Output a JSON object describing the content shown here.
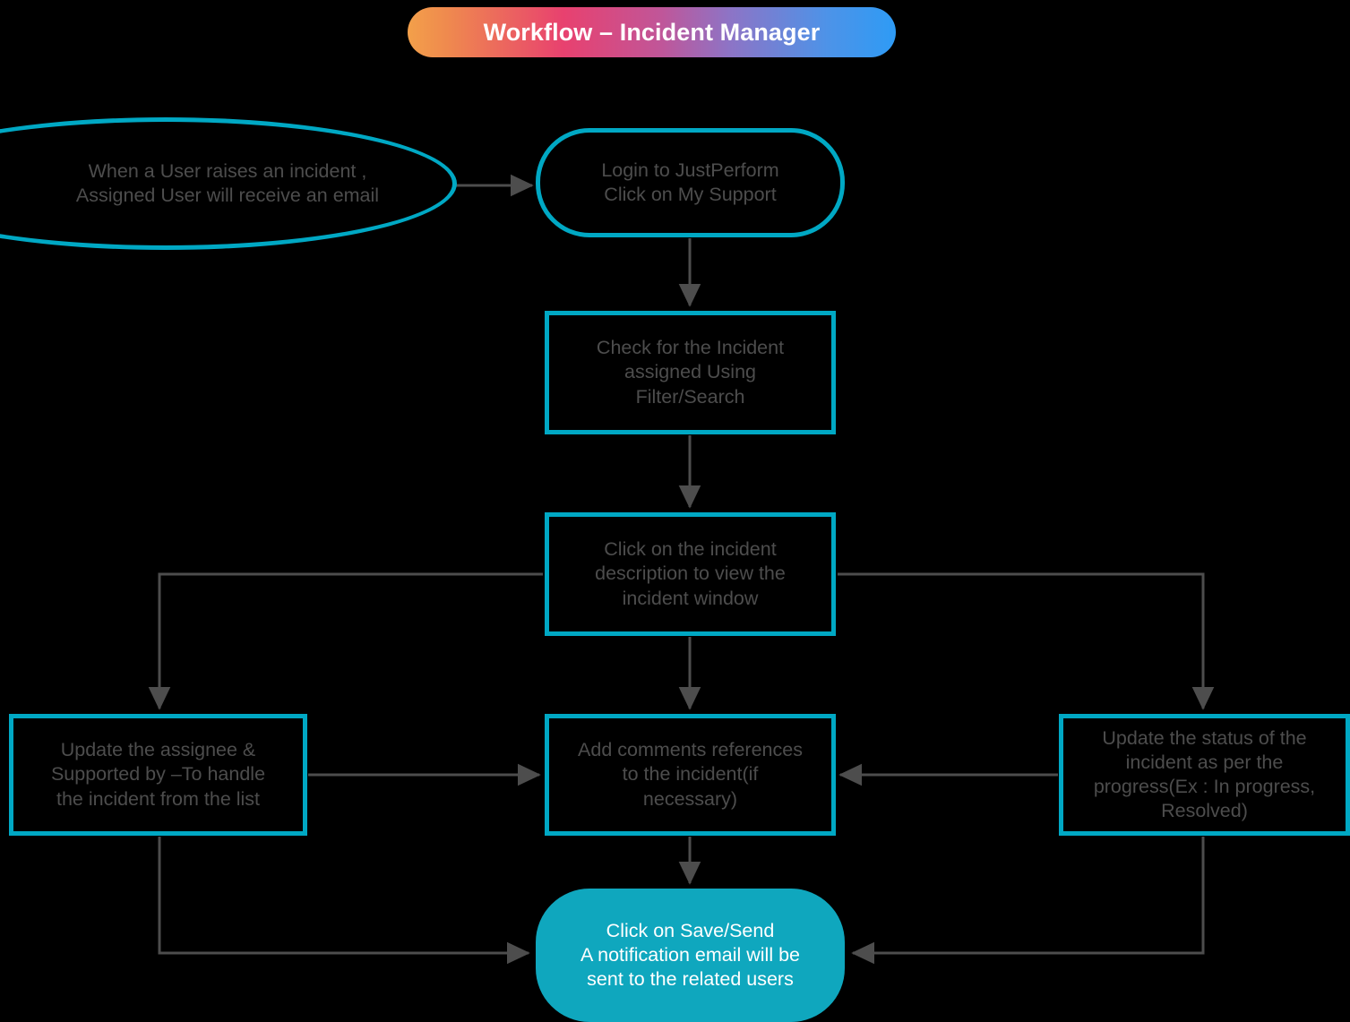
{
  "header": {
    "title": "Workflow – Incident Manager",
    "gradient": [
      "#F3A04A",
      "#E8416F",
      "#8D74C6",
      "#2E9BF5"
    ]
  },
  "theme": {
    "background": "#000000",
    "accent_teal": "#00A8C4",
    "filled_teal": "#0FA7BE",
    "node_text": "#4D4D4D",
    "filled_node_text": "#FFFFFF",
    "connector": "#4D4D4D"
  },
  "diagram": {
    "type": "flowchart",
    "nodes": [
      {
        "id": "start",
        "shape": "ellipse",
        "label": "When a User raises an incident ,\nAssigned User will receive an email",
        "line1": "When a User raises an incident ,",
        "line2": "Assigned User will receive an email"
      },
      {
        "id": "login",
        "shape": "stadium",
        "label": "Login to JustPerform\nClick on My Support",
        "line1": "Login to JustPerform",
        "line2": "Click on My Support"
      },
      {
        "id": "check",
        "shape": "rect",
        "label": "Check for the Incident assigned Using Filter/Search",
        "line1": "Check for the Incident",
        "line2": "assigned Using",
        "line3": "Filter/Search"
      },
      {
        "id": "click",
        "shape": "rect",
        "label": "Click on the incident description to view the incident window",
        "line1": "Click on the incident",
        "line2": "description to view the",
        "line3": "incident window"
      },
      {
        "id": "assignee",
        "shape": "rect",
        "label": "Update the assignee & Supported by –To handle the incident from the list",
        "line1": "Update the assignee &",
        "line2": "Supported by –To handle",
        "line3": "the incident from the list"
      },
      {
        "id": "comments",
        "shape": "rect",
        "label": "Add comments references to the incident(if necessary)",
        "line1": "Add comments references",
        "line2": "to the incident(if",
        "line3": "necessary)"
      },
      {
        "id": "status",
        "shape": "rect",
        "label": "Update the status of the incident as per the progress(Ex : In progress, Resolved)",
        "line1": "Update the status of the",
        "line2": "incident as per the",
        "line3": "progress(Ex : In progress,",
        "line4": "Resolved)"
      },
      {
        "id": "save",
        "shape": "stadium-filled",
        "label": "Click on Save/Send A notification email will be sent to the related users",
        "line1": "Click on Save/Send",
        "line2": "A notification email will be",
        "line3": "sent to the related users"
      }
    ],
    "edges": [
      {
        "id": "start-to-login",
        "from": "start",
        "to": "login",
        "direction": "right"
      },
      {
        "id": "login-to-check",
        "from": "login",
        "to": "check",
        "direction": "down"
      },
      {
        "id": "check-to-click",
        "from": "check",
        "to": "click",
        "direction": "down"
      },
      {
        "id": "click-to-assignee",
        "from": "click",
        "to": "assignee",
        "direction": "left-down"
      },
      {
        "id": "click-to-comments",
        "from": "click",
        "to": "comments",
        "direction": "down"
      },
      {
        "id": "click-to-status",
        "from": "click",
        "to": "status",
        "direction": "right-down"
      },
      {
        "id": "assignee-to-comments",
        "from": "assignee",
        "to": "comments",
        "direction": "right"
      },
      {
        "id": "status-to-comments",
        "from": "status",
        "to": "comments",
        "direction": "left"
      },
      {
        "id": "comments-to-save",
        "from": "comments",
        "to": "save",
        "direction": "down"
      },
      {
        "id": "assignee-to-save",
        "from": "assignee",
        "to": "save",
        "direction": "down-right"
      },
      {
        "id": "status-to-save",
        "from": "status",
        "to": "save",
        "direction": "down-left"
      }
    ]
  }
}
